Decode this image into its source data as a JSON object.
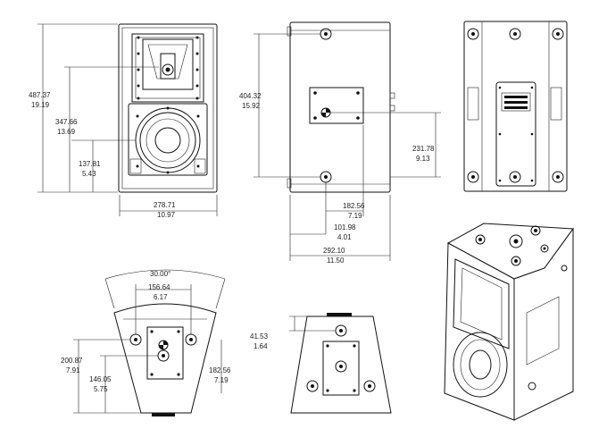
{
  "dims": {
    "front_height_mm": "487.37",
    "front_height_in": "19.19",
    "woofer_center_mm": "347.66",
    "woofer_center_in": "13.69",
    "port_mm": "137.81",
    "port_in": "5.43",
    "front_width_mm": "278.71",
    "front_width_in": "10.97",
    "side_height_mm": "404.32",
    "side_height_in": "15.92",
    "side_mount_mm": "231.78",
    "side_mount_in": "9.13",
    "side_plate_mm": "182.56",
    "side_plate_in": "7.19",
    "side_center_mm": "101.98",
    "side_center_in": "4.01",
    "side_depth_mm": "292.10",
    "side_depth_in": "11.50",
    "top_angle": "30.00°",
    "top_plate_mm": "156.64",
    "top_plate_in": "6.17",
    "top_depth_mm": "200.87",
    "top_depth_in": "7.91",
    "top_center_mm": "146.05",
    "top_center_in": "5.75",
    "top_plate2_mm": "182.56",
    "top_plate2_in": "7.19",
    "bottom_offset_mm": "41.53",
    "bottom_offset_in": "1.64"
  }
}
